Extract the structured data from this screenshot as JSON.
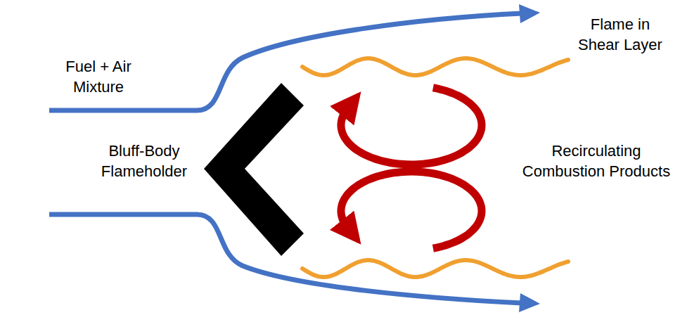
{
  "diagram": {
    "labels": [
      "Fuel + Air Mixture",
      "Bluff-Body Flameholder",
      "Recirculating Combustion Products",
      "Flame in Shear Layer"
    ]
  }
}
